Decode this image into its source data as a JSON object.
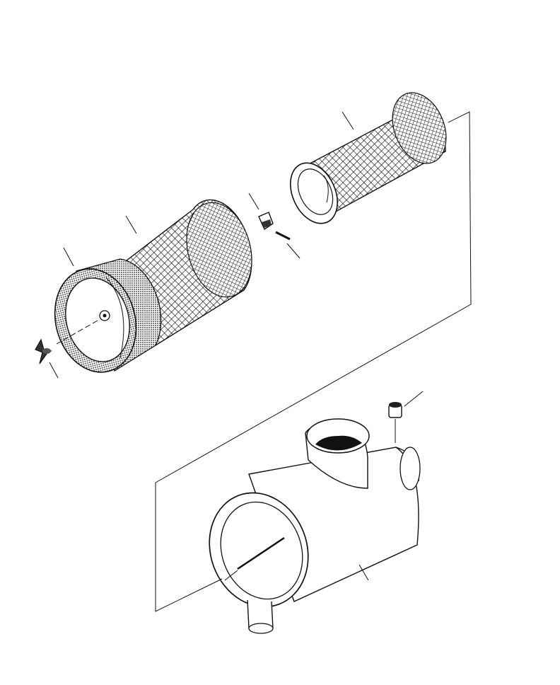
{
  "diagram": {
    "kind": "exploded-parts-drawing",
    "labels": [],
    "colors": {
      "ink": "#111111",
      "paper": "#ffffff",
      "mesh_gray": "#8a8a8a"
    },
    "parts": [
      {
        "id": "outer-filter-element",
        "icon": "cylinder-mesh"
      },
      {
        "id": "inner-safety-filter",
        "icon": "cylinder-mesh"
      },
      {
        "id": "wing-nut",
        "icon": "wing-nut"
      },
      {
        "id": "clip",
        "icon": "clip"
      },
      {
        "id": "pin",
        "icon": "pin"
      },
      {
        "id": "air-cleaner-housing",
        "icon": "housing"
      },
      {
        "id": "vacuator-cap",
        "icon": "cap"
      }
    ]
  }
}
